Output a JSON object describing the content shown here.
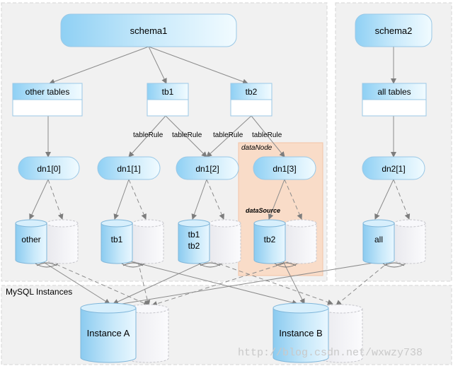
{
  "schema1": {
    "label": "schema1"
  },
  "schema2": {
    "label": "schema2"
  },
  "tables": {
    "other": "other  tables",
    "tb1": "tb1",
    "tb2": "tb2",
    "all": "all tables"
  },
  "rules": {
    "r1": "tableRule",
    "r2": "tableRule",
    "r3": "tableRule",
    "r4": "tableRule"
  },
  "datanodes": {
    "dn10": "dn1[0]",
    "dn11": "dn1[1]",
    "dn12": "dn1[2]",
    "dn13": "dn1[3]",
    "dn21": "dn2[1]"
  },
  "labels": {
    "dataNode": "dataNode",
    "dataSource": "dataSource",
    "mysql": "MySQL  Instances"
  },
  "db": {
    "other": "other",
    "tb1": "tb1",
    "tb1b": "tb1",
    "tb2b": "tb2",
    "tb2": "tb2",
    "all": "all"
  },
  "instances": {
    "a": "Instance A",
    "b": "Instance B"
  },
  "watermark": "http://blog.csdn.net/wxwzy738",
  "colors": {
    "panel": "#f1f1f1",
    "node_blue": "#9fd3f2",
    "node_light": "#e8f6ff",
    "highlight": "#f9dcc8",
    "line": "#8c8c8c"
  }
}
